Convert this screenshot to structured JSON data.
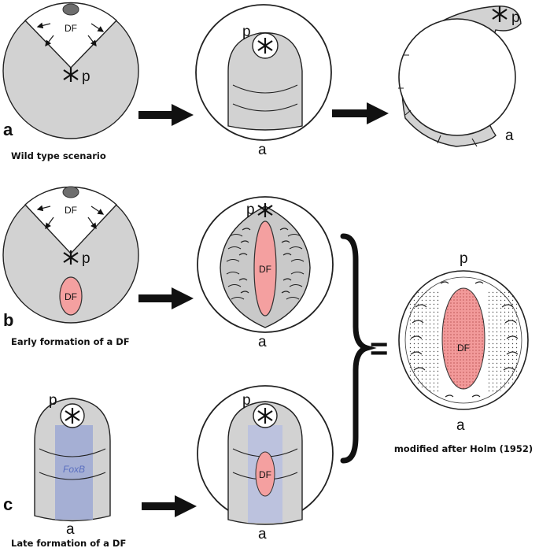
{
  "panels": {
    "a": {
      "letter": "a",
      "caption": "Wild type scenario"
    },
    "b": {
      "letter": "b",
      "caption": "Early formation of a DF"
    },
    "c": {
      "letter": "c",
      "caption": "Late formation of a DF"
    }
  },
  "labels": {
    "df": "DF",
    "posterior": "p",
    "anterior": "a",
    "foxb": "FoxB",
    "equals": "="
  },
  "reference": {
    "caption": "modified after Holm (1952)"
  },
  "colors": {
    "embryo_gray": "#d2d2d2",
    "df_pink": "#f4a0a0",
    "foxb_blue": "#9aa6d4",
    "dark_cell": "#6e6e6e"
  },
  "icons": [
    "arrow-right-icon",
    "asterisk-icon",
    "curly-brace-icon"
  ]
}
